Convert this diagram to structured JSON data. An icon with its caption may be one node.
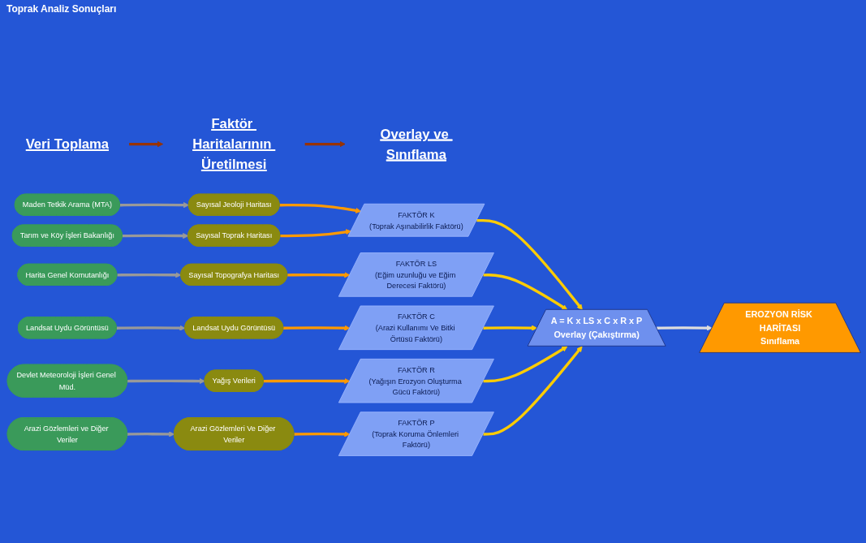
{
  "diagram": {
    "nodes": [
      {
        "text": [
          "Veri Toplama"
        ]
      },
      {
        "text": [
          "Faktör Haritalarının Üretilmesi"
        ]
      },
      {
        "text": [
          "Overlay ve Sınıflama"
        ]
      },
      {
        "text": [
          "Maden Tetkik Arama (MTA)"
        ]
      },
      {
        "text": [
          "Tarım ve Köy İşleri Bakanlığı"
        ]
      },
      {
        "text": [
          "Harita Genel Komutanlığı"
        ]
      },
      {
        "text": [
          "Landsat Uydu Görüntüsü"
        ]
      },
      {
        "text": [
          "Devlet Meteoroloji İşleri Genel Müd."
        ]
      },
      {
        "text": [
          "Arazi Gözlemleri ve Diğer Veriler"
        ]
      },
      {
        "text": [
          "Sayısal Jeoloji Haritası"
        ]
      },
      {
        "text": [
          "Sayısal Toprak Haritası"
        ]
      },
      {
        "text": [
          "Sayısal Topografya Haritası"
        ]
      },
      {
        "text": [
          "Landsat Uydu Görüntüsü"
        ]
      },
      {
        "text": [
          "Yağış Verileri"
        ]
      },
      {
        "text": [
          "Arazi Gözlemleri Ve Diğer Veriler"
        ]
      },
      {
        "text": [
          "FAKTÖR K",
          "(Toprak Aşınabilirlik Faktörü)"
        ]
      },
      {
        "text": [
          "FAKTÖR LS",
          "(Eğim uzunluğu ve Eğim Derecesi Faktörü)"
        ]
      },
      {
        "text": [
          "FAKTÖR C",
          "(Arazi Kullanımı Ve Bitki Örtüsü Faktörü)"
        ]
      },
      {
        "text": [
          "FAKTÖR R",
          "(Yağışın Erozyon Oluşturma Gücü Faktörü)"
        ]
      },
      {
        "text": [
          "FAKTÖR P",
          "(Toprak Koruma Önlemleri Faktörü)"
        ]
      },
      {
        "text": [
          "A = K x LS x C x R x P",
          "Overlay (Çakıştırma)"
        ]
      },
      {
        "text": [
          "EROZYON RİSK HARİTASI",
          "Sınıflama"
        ]
      }
    ],
    "edges": [
      {
        "from": 0,
        "to": 1,
        "arrow": "to",
        "color": "#993300"
      },
      {
        "from": 1,
        "to": 2,
        "arrow": "to",
        "color": "#993300"
      },
      {
        "from": 3,
        "to": 9,
        "arrow": "to",
        "color": "#999999"
      },
      {
        "from": 4,
        "to": 10,
        "arrow": "to",
        "color": "#999999"
      },
      {
        "from": 5,
        "to": 11,
        "arrow": "to",
        "color": "#999999"
      },
      {
        "from": 6,
        "to": 12,
        "arrow": "to",
        "color": "#999999"
      },
      {
        "from": 7,
        "to": 13,
        "arrow": "to",
        "color": "#999999"
      },
      {
        "from": 8,
        "to": 14,
        "arrow": "to",
        "color": "#999999"
      },
      {
        "from": 9,
        "to": 15,
        "arrow": "to",
        "color": "#ff9900"
      },
      {
        "from": 10,
        "to": 15,
        "arrow": "to",
        "color": "#ff9900"
      },
      {
        "from": 11,
        "to": 16,
        "arrow": "to",
        "color": "#ff9900"
      },
      {
        "from": 12,
        "to": 17,
        "arrow": "to",
        "color": "#ff9900"
      },
      {
        "from": 13,
        "to": 18,
        "arrow": "to",
        "color": "#ff9900"
      },
      {
        "from": 14,
        "to": 19,
        "arrow": "to",
        "color": "#ff9900"
      },
      {
        "from": 15,
        "to": 20,
        "arrow": "to",
        "color": "#ffcc00"
      },
      {
        "from": 16,
        "to": 20,
        "arrow": "to",
        "color": "#ffcc00"
      },
      {
        "from": 17,
        "to": 20,
        "arrow": "to",
        "color": "#ffcc00"
      },
      {
        "from": 18,
        "to": 20,
        "arrow": "to",
        "color": "#ffcc00"
      },
      {
        "from": 19,
        "to": 20,
        "arrow": "to",
        "color": "#ffcc00"
      },
      {
        "from": 20,
        "to": 21,
        "arrow": "to",
        "color": "#dddddd"
      }
    ],
    "labels": [
      "Toprak Analiz Sonuçları"
    ]
  }
}
